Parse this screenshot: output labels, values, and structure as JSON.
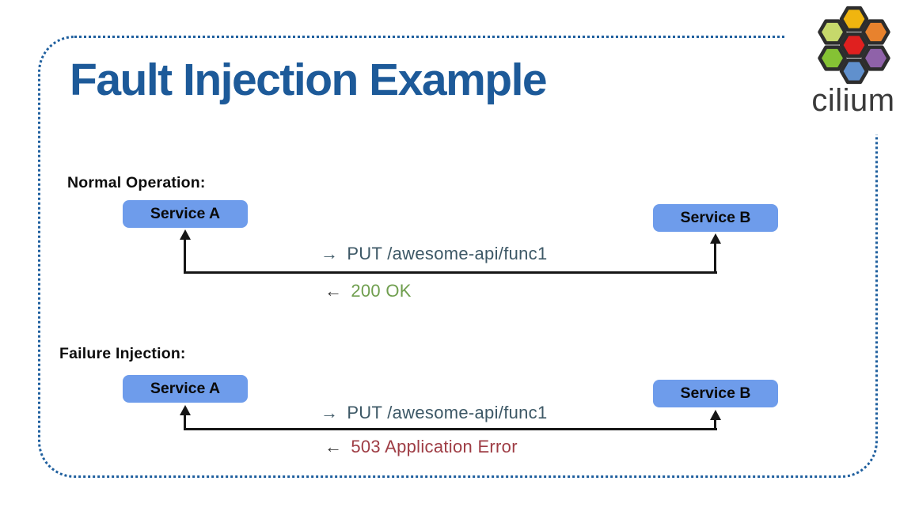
{
  "slide": {
    "title": "Fault Injection Example",
    "title_color": "#1d5a99",
    "border_color": "#1f5f9e",
    "background": "#ffffff"
  },
  "logo": {
    "wordmark": "cilium",
    "colors": {
      "top": "#f0b50f",
      "upper_left": "#c6d86b",
      "upper_right": "#e8822d",
      "center": "#e0201f",
      "lower_left": "#85c234",
      "lower_right": "#8f62a9",
      "bottom": "#6090cd",
      "outline": "#2d2d2d",
      "wordmark_color": "#3a3a3a"
    }
  },
  "service_box_color": "#6e9ceb",
  "line_color": "#161616",
  "diagrams": [
    {
      "label": "Normal Operation:",
      "service_a": "Service A",
      "service_b": "Service B",
      "request": {
        "arrow": "→",
        "text": "PUT /awesome-api/func1",
        "color": "#3d5866"
      },
      "response": {
        "arrow": "←",
        "arrow_color": "#3a3a3a",
        "text": "200 OK",
        "color": "#6f9e4e"
      }
    },
    {
      "label": "Failure Injection:",
      "service_a": "Service A",
      "service_b": "Service B",
      "request": {
        "arrow": "→",
        "text": "PUT /awesome-api/func1",
        "color": "#3d5866"
      },
      "response": {
        "arrow": "←",
        "arrow_color": "#3a3a3a",
        "text": "503 Application Error",
        "color": "#9e3c44"
      }
    }
  ]
}
